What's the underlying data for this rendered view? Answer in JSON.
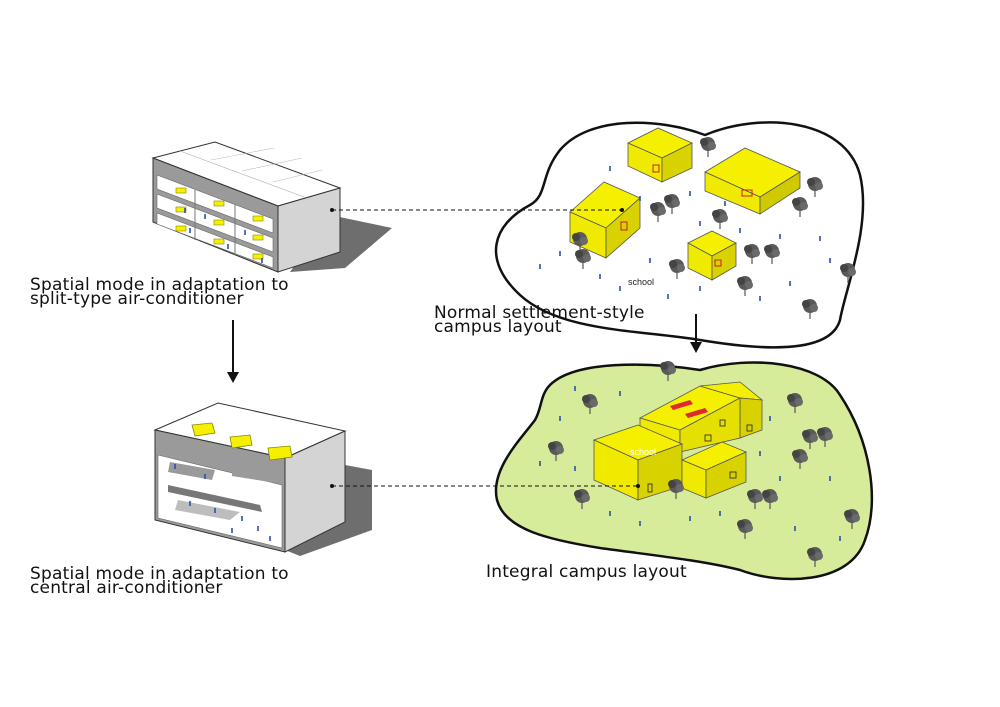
{
  "labels": {
    "split_line1": "Spatial mode in adaptation to",
    "split_line2": "split-type air-conditioner",
    "central_line1": "Spatial mode in adaptation to",
    "central_line2": "central air-conditioner",
    "settlement_line1": "Normal settlement-style",
    "settlement_line2": "campus layout",
    "integral": "Integral campus layout"
  },
  "map_text": {
    "school_top": "school",
    "school_bottom": "school"
  },
  "colors": {
    "yellow": "#f5f000",
    "yellow_dark": "#c9c400",
    "green_field": "#d6ec9a",
    "red_unit": "#e0292c",
    "shadow": "#6e6e6e",
    "wall_front": "#9a9a9a",
    "wall_side": "#d4d4d4"
  }
}
